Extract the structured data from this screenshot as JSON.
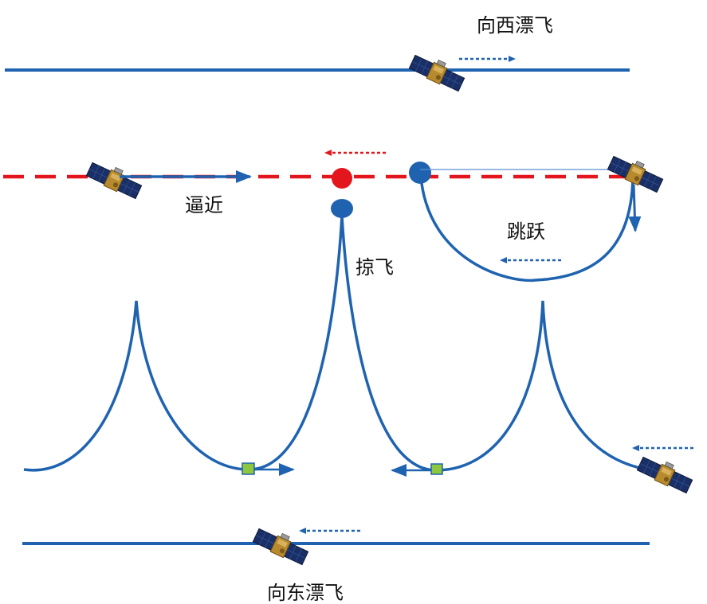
{
  "labels": {
    "drift_west": "向西漂飞",
    "approach": "逼近",
    "flyby": "掠飞",
    "jump": "跳跃",
    "drift_east": "向东漂飞"
  },
  "colors": {
    "orbit_blue": "#1f63b0",
    "target_red": "#e3161d",
    "arrow_red": "#e3161d",
    "dot_blue": "#1f63b0",
    "marker_green": "#8dc63f",
    "panel_blue": "#1a2f66",
    "body_gold": "#b88a2e"
  },
  "icons": [
    "satellite-icon",
    "right-arrow-icon",
    "left-arrow-icon",
    "down-arrow-icon"
  ]
}
